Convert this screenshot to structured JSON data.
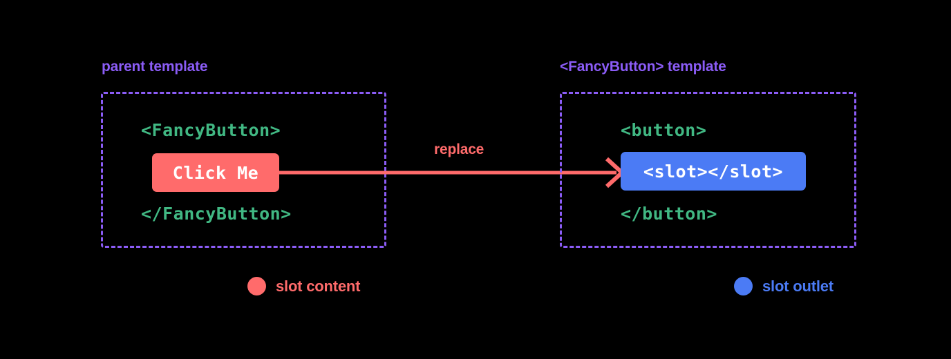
{
  "diagram": {
    "title_semantic": "vue-slot-replacement-diagram",
    "background_color": "#000000",
    "colors": {
      "accent_purple": "#8B5CF6",
      "code_green": "#41B883",
      "slot_content_red": "#FF6B6B",
      "slot_outlet_blue": "#4B7BF5",
      "chip_text": "#FFFFFF"
    }
  },
  "panels": [
    {
      "id": "parent",
      "title": "parent template",
      "open_tag": "<FancyButton>",
      "close_tag": "</FancyButton>",
      "chip_label": "Click Me",
      "chip_color": "#FF6B6B"
    },
    {
      "id": "fancybutton",
      "title": "<FancyButton> template",
      "open_tag": "<button>",
      "close_tag": "</button>",
      "chip_label": "<slot></slot>",
      "chip_color": "#4B7BF5"
    }
  ],
  "arrow": {
    "label": "replace",
    "color": "#FF6B6B",
    "direction": "left-to-right",
    "icon": "arrow-right-icon"
  },
  "legend": [
    {
      "label": "slot content",
      "color": "#FF6B6B",
      "marker": "circle-dot-icon"
    },
    {
      "label": "slot outlet",
      "color": "#4B7BF5",
      "marker": "circle-dot-icon"
    }
  ]
}
